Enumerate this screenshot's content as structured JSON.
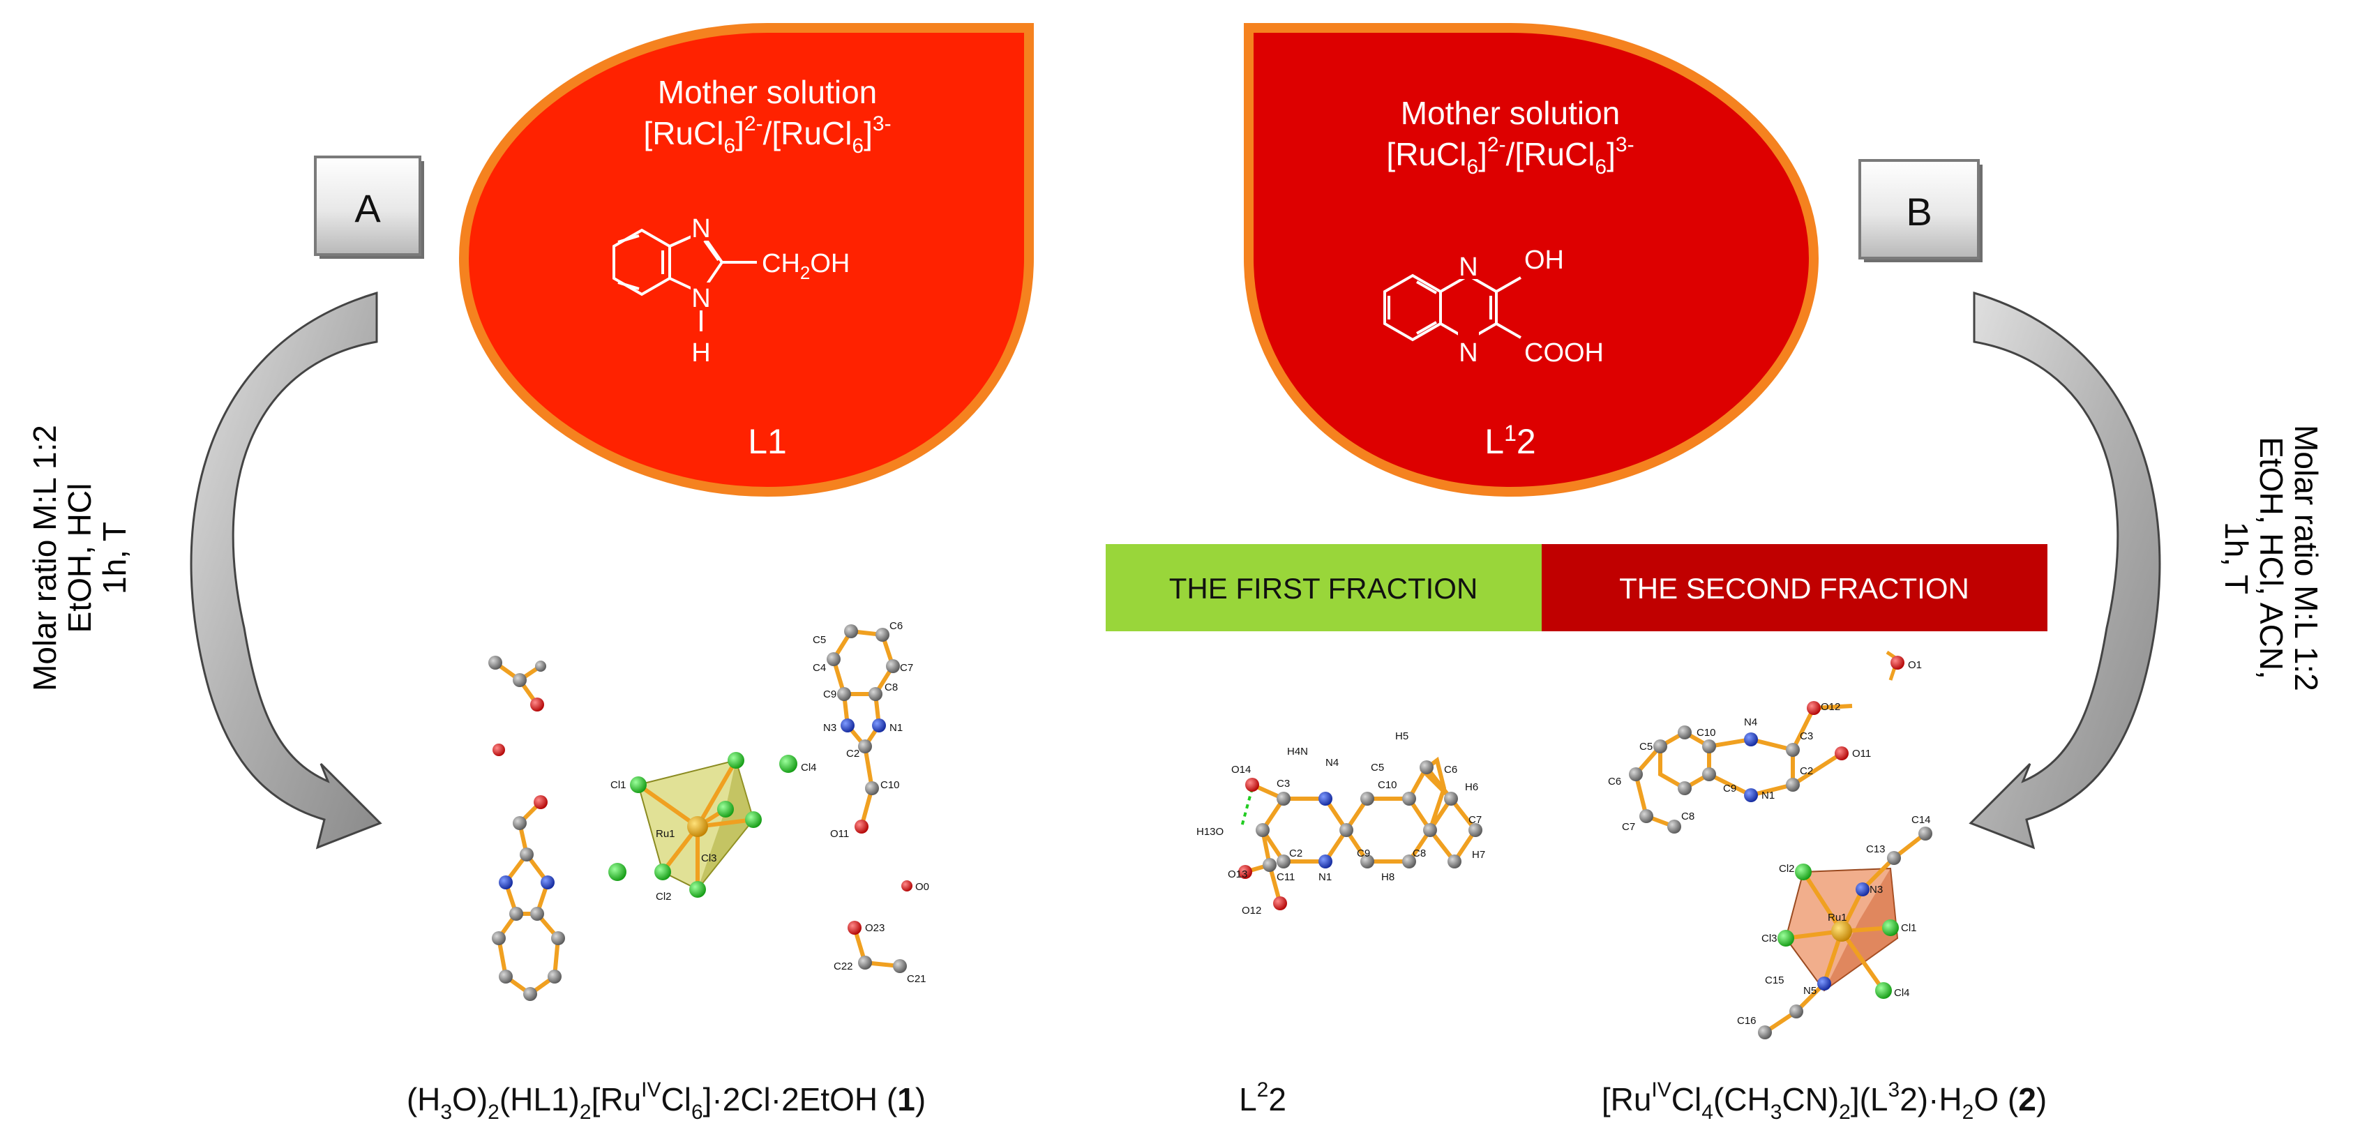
{
  "panel_a": {
    "box_label": "A",
    "title": "Mother solution",
    "species": "[RuCl6]2-/[RuCl6]3-",
    "species_parts": [
      "[RuCl",
      "6",
      "]",
      "2-",
      "/[RuCl",
      "6",
      "]",
      "3-"
    ],
    "structure_labels": [
      "N",
      "N",
      "H",
      "CH2OH"
    ],
    "ligand_label": "L1",
    "conditions": [
      "Molar ratio M:L 1:2",
      "EtOH, HCl",
      "1h, T"
    ],
    "product": "(H3O)2(HL1)2[RuIVCl6]·2Cl·2EtOH (1)",
    "product_parts": {
      "p1": "(H",
      "s1": "3",
      "p2": "O)",
      "s2": "2",
      "p3": "(HL1)",
      "s3": "2",
      "p4": "[Ru",
      "sup": "IV",
      "p5": "Cl",
      "s4": "6",
      "p6": "]·2Cl·2EtOH (",
      "num": "1",
      "p7": ")"
    },
    "crystal_labels": [
      "Cl1",
      "Ru1",
      "Cl3",
      "Cl2",
      "Cl4",
      "C5",
      "C6",
      "C4",
      "C7",
      "C9",
      "C8",
      "N3",
      "N1",
      "C2",
      "C10",
      "O11",
      "O0",
      "O23",
      "C22",
      "C21"
    ]
  },
  "panel_b": {
    "box_label": "B",
    "title": "Mother solution",
    "species": "[RuCl6]2-/[RuCl6]3-",
    "structure_labels": [
      "N",
      "OH",
      "N",
      "COOH"
    ],
    "ligand_label": "L12",
    "ligand_parts": {
      "a": "L",
      "sup": "1",
      "b": "2"
    },
    "conditions": [
      "Molar ratio M:L 1:2",
      "EtOH, HCl, ACN,",
      "1h, T"
    ],
    "fraction_1": "THE FIRST FRACTION",
    "fraction_2": "THE SECOND FRACTION",
    "product_mid": "L22",
    "product_mid_parts": {
      "a": "L",
      "sup": "2",
      "b": "2"
    },
    "product_right": "[RuIVCl4(CH3CN)2](L32)·H2O (2)",
    "product_right_parts": {
      "p1": "[Ru",
      "sup1": "IV",
      "p2": "Cl",
      "s1": "4",
      "p3": "(CH",
      "s2": "3",
      "p4": "CN)",
      "s3": "2",
      "p5": "](L",
      "sup2": "3",
      "p6": "2)·H",
      "s4": "2",
      "p7": "O (",
      "num": "2",
      "p8": ")"
    },
    "mid_labels": [
      "O14",
      "C3",
      "H4N",
      "N4",
      "C5",
      "H5",
      "C10",
      "C6",
      "H6",
      "H13O",
      "C7",
      "H7",
      "O13",
      "C11",
      "C2",
      "N1",
      "C9",
      "C8",
      "H8",
      "O12"
    ],
    "right_labels": [
      "O1",
      "O12",
      "N4",
      "C3",
      "O11",
      "C10",
      "C2",
      "C5",
      "N1",
      "C9",
      "C6",
      "C7",
      "C8",
      "C14",
      "C13",
      "Cl2",
      "N3",
      "Ru1",
      "Cl3",
      "Cl1",
      "C15",
      "N5",
      "Cl4",
      "C16"
    ]
  },
  "colors": {
    "drop_a": "#ff2200",
    "drop_b": "#dd0000",
    "drop_outline": "#f5821f",
    "fraction_1_bg": "#99d63a",
    "fraction_2_bg": "#c00000",
    "arrow_fill": "#aaaaaa",
    "bond": "#f0a020",
    "carbon": "#6e6e6e",
    "nitrogen": "#1f3fd0",
    "oxygen": "#e02020",
    "chlorine": "#22cc22",
    "ruthenium": "#f0b000"
  }
}
